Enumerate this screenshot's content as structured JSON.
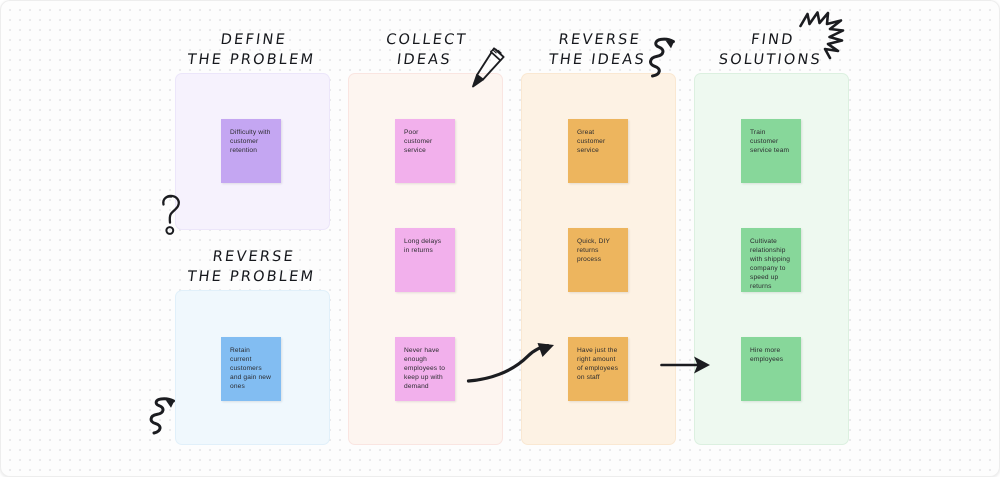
{
  "board": {
    "background_color": "#fdfdfd",
    "dot_color": "#e3e3e6"
  },
  "columns": [
    {
      "id": "define-the-problem",
      "title": "DEFINE\nTHE PROBLEM",
      "panel_color": "#f6f2fd",
      "panel_border": "#ece6fa",
      "note_color": "#c4a6f2",
      "notes": [
        {
          "text": "Difficulty with customer retention"
        }
      ]
    },
    {
      "id": "reverse-the-problem",
      "title": "REVERSE\nTHE PROBLEM",
      "panel_color": "#f0f8fd",
      "panel_border": "#e1f0fa",
      "note_color": "#82bdf2",
      "notes": [
        {
          "text": "Retain current customers and gain new ones"
        }
      ]
    },
    {
      "id": "collect-ideas",
      "title": "COLLECT\nIDEAS",
      "panel_color": "#fdf5f0",
      "panel_border": "#fae5e1",
      "note_color": "#f2b0ec",
      "notes": [
        {
          "text": "Poor customer service"
        },
        {
          "text": "Long delays in returns"
        },
        {
          "text": "Never have enough employees to keep up with demand"
        }
      ]
    },
    {
      "id": "reverse-the-ideas",
      "title": "REVERSE\nTHE IDEAS",
      "panel_color": "#fdf2e4",
      "panel_border": "#fae8d2",
      "note_color": "#edb55e",
      "notes": [
        {
          "text": "Great customer service"
        },
        {
          "text": "Quick, DIY returns process"
        },
        {
          "text": "Have just the right amount of employees on staff"
        }
      ]
    },
    {
      "id": "find-solutions",
      "title": "FIND\nSOLUTIONS",
      "panel_color": "#eef9f0",
      "panel_border": "#dcf0e0",
      "note_color": "#87d79a",
      "notes": [
        {
          "text": "Train customer service team"
        },
        {
          "text": "Cultivate relationship with shipping company to speed up returns"
        },
        {
          "text": "Hire more employees"
        }
      ]
    }
  ],
  "decorations": [
    {
      "id": "question-mark",
      "name": "question-mark-doodle"
    },
    {
      "id": "pencil",
      "name": "pencil-doodle"
    },
    {
      "id": "squiggle-arrow-up-left",
      "name": "squiggle-arrow-doodle"
    },
    {
      "id": "squiggle-arrow-up-mid",
      "name": "squiggle-arrow-doodle"
    },
    {
      "id": "sparkle-burst",
      "name": "sparkle-burst-doodle"
    },
    {
      "id": "curved-arrow",
      "name": "curved-arrow-doodle"
    },
    {
      "id": "straight-arrow",
      "name": "straight-arrow-doodle"
    }
  ]
}
